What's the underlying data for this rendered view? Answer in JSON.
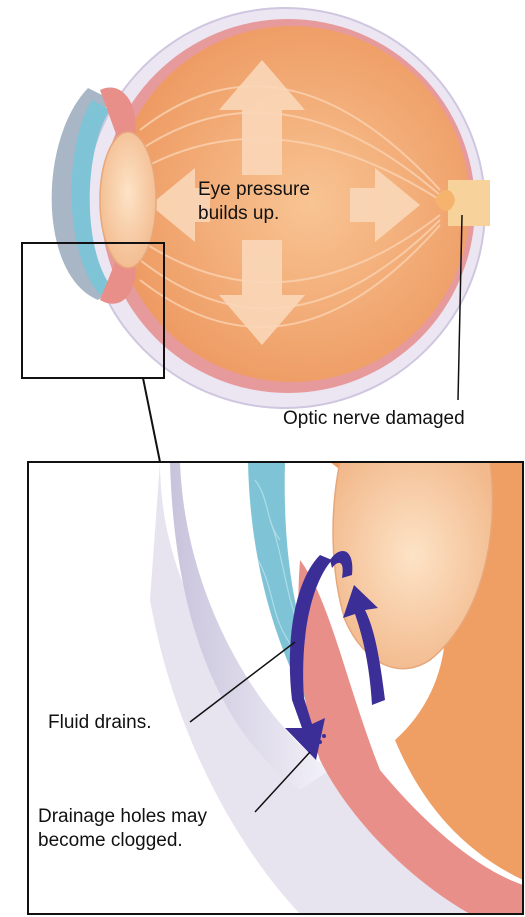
{
  "labels": {
    "pressure_line1": "Eye pressure",
    "pressure_line2": "builds up.",
    "optic_nerve": "Optic nerve damaged",
    "fluid": "Fluid drains.",
    "drainage_line1": "Drainage holes may",
    "drainage_line2": "become clogged."
  },
  "colors": {
    "eyeball": "#f2a66e",
    "lens": "#f7c9a0",
    "iris_cornea": "#7fc4d6",
    "ciliary": "#e98f8a",
    "arrow": "#3b2f97",
    "sclera": "#d9d4e6"
  }
}
